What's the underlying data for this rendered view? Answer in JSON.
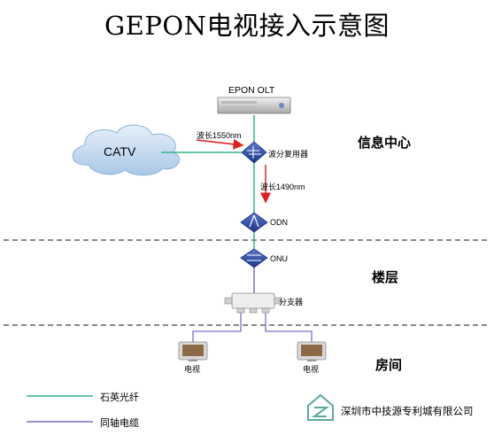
{
  "title": "GEPON电视接入示意图",
  "devices": {
    "olt": "EPON OLT",
    "catv": "CATV",
    "wdm": "波分复用器",
    "odn": "ODN",
    "onu": "ONU",
    "splitter": "分支器",
    "tv_left": "电视",
    "tv_right": "电视"
  },
  "wavelengths": {
    "w1550": "波长1550nm",
    "w1490": "波长1490nm"
  },
  "zones": {
    "center": "信息中心",
    "floor": "楼层",
    "room": "房间"
  },
  "legend": {
    "fiber": "石英光纤",
    "coax": "同轴电缆"
  },
  "colors": {
    "fiber": "#33b38a",
    "coax": "#7a6fd0",
    "arrow": "#e02020",
    "device_blue": "#2a4aa8",
    "dashed": "#444444"
  },
  "footer": {
    "company": "深圳市中技源专利城有限公司",
    "logo_icon": "house-z-logo-icon"
  }
}
